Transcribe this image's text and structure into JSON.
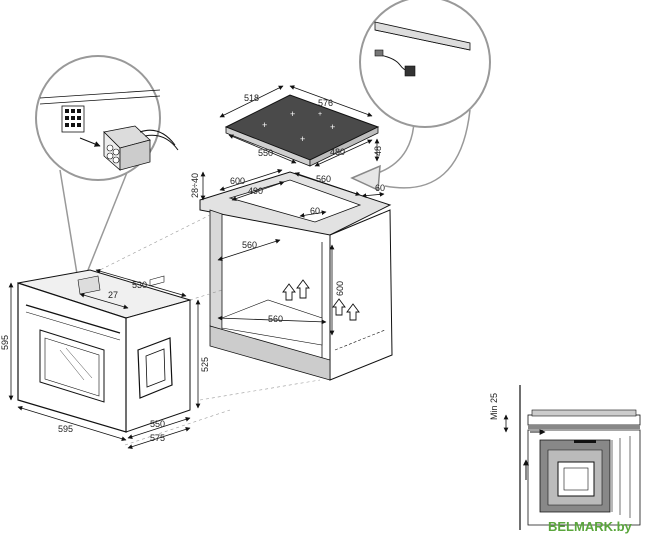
{
  "hob": {
    "width_label": "576",
    "depth_label": "518",
    "cutout_width_label": "550",
    "cutout_depth_label": "480",
    "thickness_label": "48"
  },
  "cabinet": {
    "worktop_thickness_label": "28÷40",
    "top_depth_label": "600",
    "top_inner_depth_label": "490",
    "top_width_label": "560",
    "top_gap_label": "60",
    "side_gap_label": "60",
    "inner_depth_label": "560",
    "inner_height_label": "600",
    "base_width_label": "560"
  },
  "oven": {
    "depth_label": "530",
    "top_offset_label": "27",
    "height_label": "595",
    "body_height_label": "525",
    "width_label": "595",
    "body_depth_label": "550",
    "total_depth_label": "575"
  },
  "detail": {
    "min_gap_label": "Min 25"
  },
  "watermark": "BELMARK.by"
}
